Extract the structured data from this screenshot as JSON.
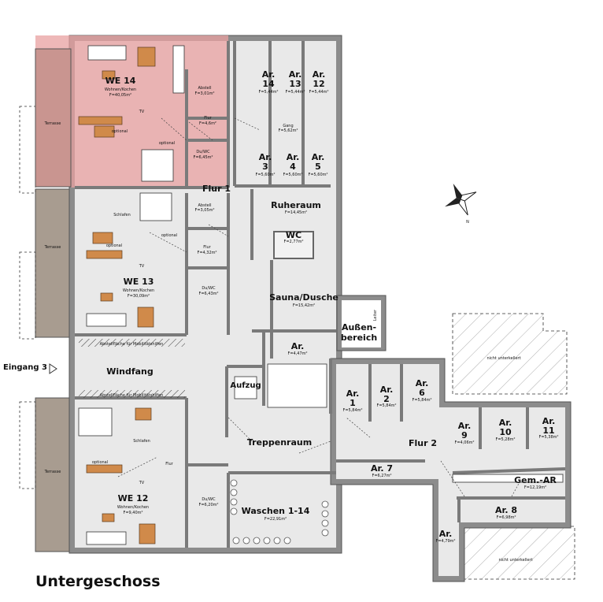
{
  "title": "Untergeschoss",
  "entrance": "Eingang 3",
  "highlight_color": "#e8a0a0",
  "apartments": [
    {
      "name": "WE 14",
      "sub": "Wohnen/Kochen",
      "area": "F=40,05m²",
      "tv": "TV",
      "optional": "optional",
      "abstell": "Abstell",
      "abstell_area": "F=3,01m²",
      "flur": "Flur",
      "flur_area": "F=4,6m²",
      "bath": "Du/WC",
      "bath_area": "F=6,45m²"
    },
    {
      "name": "WE 13",
      "sub": "Wohnen/Kochen",
      "area": "F=30,09m²",
      "tv": "TV",
      "optional": "optional",
      "schlafen": "Schlafen",
      "abstell": "Abstell",
      "abstell_area": "F=3,05m²",
      "flur": "Flur",
      "flur_area": "F=4,32m²",
      "bath": "Du/WC",
      "bath_area": "F=6,43m²"
    },
    {
      "name": "WE 12",
      "sub": "Wohnen/Kochen",
      "area": "F=9,40m²",
      "tv": "TV",
      "optional": "optional",
      "schlafen": "Schlafen",
      "flur": "Flur",
      "bath": "Du/WC",
      "bath_area": "F=6,20m²"
    }
  ],
  "terrace_label": "Terrasse",
  "windfang": "Windfang",
  "abstellflaeche": "Abstellfläche für Mobilitätshilfen",
  "storage_top": [
    {
      "name": "Ar.",
      "num": "14",
      "area": "F=5,44m²"
    },
    {
      "name": "Ar.",
      "num": "13",
      "area": "F=5,44m²"
    },
    {
      "name": "Ar.",
      "num": "12",
      "area": "F=5,44m²"
    },
    {
      "name": "Ar.",
      "num": "3",
      "area": "F=5,60m²"
    },
    {
      "name": "Ar.",
      "num": "4",
      "area": "F=5,60m²"
    },
    {
      "name": "Ar.",
      "num": "5",
      "area": "F=5,60m²"
    }
  ],
  "gang": {
    "name": "Gang",
    "area": "F=5,62m²"
  },
  "flur1": "Flur 1",
  "ruheraum": {
    "name": "Ruheraum",
    "area": "F=14,45m²"
  },
  "wc": {
    "name": "WC",
    "area": "F=2,77m²"
  },
  "sauna": {
    "name": "Sauna/Dusche",
    "area": "F=15,42m²"
  },
  "aussen": {
    "line1": "Außen-",
    "line2": "bereich",
    "leiter": "Leiter"
  },
  "ar_stair": {
    "name": "Ar.",
    "area": "F=4,47m²"
  },
  "aufzug": "Aufzug",
  "treppenraum": "Treppenraum",
  "waschen": {
    "name": "Waschen 1-14",
    "area": "F=22,91m²"
  },
  "storage_right": [
    {
      "name": "Ar.",
      "num": "1",
      "area": "F=5,84m²"
    },
    {
      "name": "Ar.",
      "num": "2",
      "area": "F=5,84m²"
    },
    {
      "name": "Ar.",
      "num": "6",
      "area": "F=5,84m²"
    },
    {
      "name": "Ar.",
      "num": "9",
      "area": "F=4,06m²"
    },
    {
      "name": "Ar.",
      "num": "10",
      "area": "F=5,28m²"
    },
    {
      "name": "Ar.",
      "num": "11",
      "area": "F=5,38m²"
    }
  ],
  "flur2": "Flur 2",
  "ar7": {
    "name": "Ar. 7",
    "area": "F=6,27m²"
  },
  "ar8": {
    "name": "Ar. 8",
    "area": "F=6,98m²"
  },
  "ar_vert": {
    "name": "Ar.",
    "area": "F=4,79m²"
  },
  "gem_ar": {
    "name": "Gem.-AR",
    "area": "F=12,19m²"
  },
  "nicht_unterkellert": "nicht unterkellert",
  "compass_n": "N"
}
